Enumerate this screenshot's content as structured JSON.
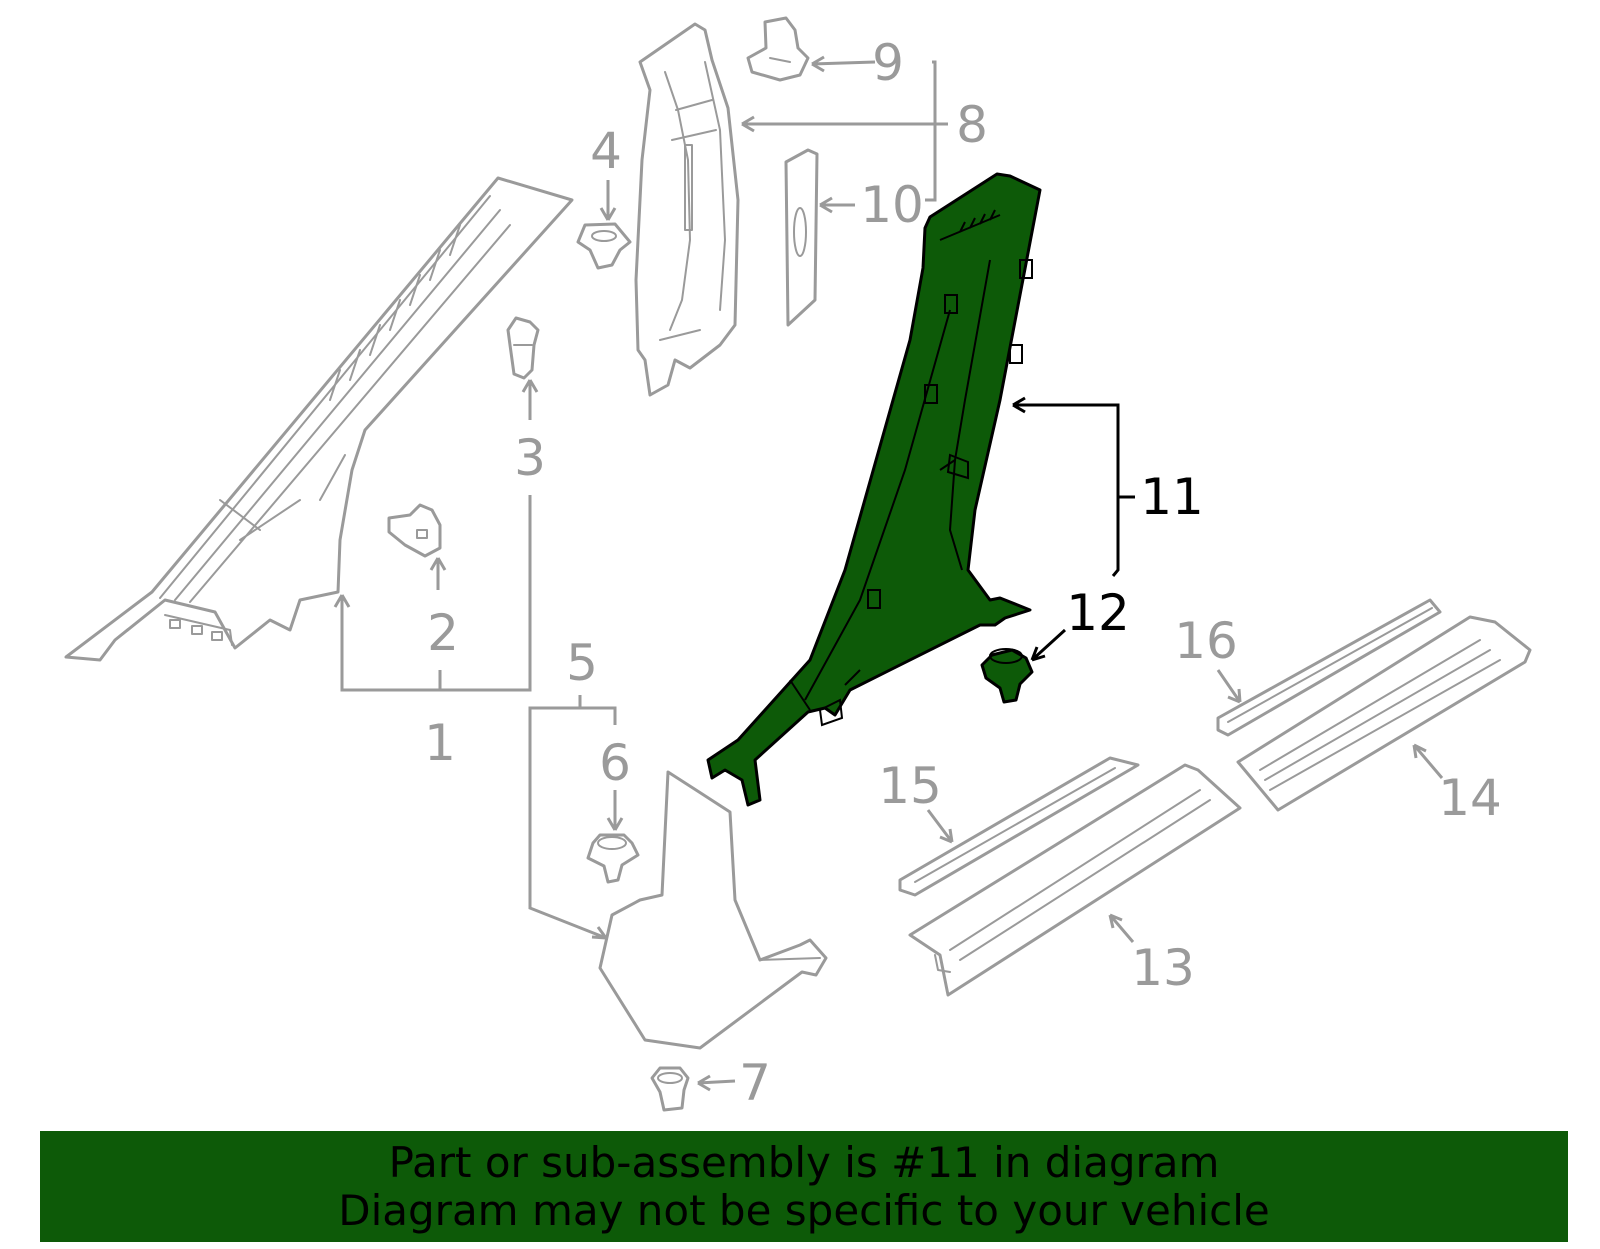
{
  "colors": {
    "highlight": "#0d5a08",
    "muted": "#9a9a9a",
    "banner_bg": "#0d5a08",
    "banner_text": "#000000"
  },
  "callouts": {
    "c1": "1",
    "c2": "2",
    "c3": "3",
    "c4": "4",
    "c5": "5",
    "c6": "6",
    "c7": "7",
    "c8": "8",
    "c9": "9",
    "c10": "10",
    "c11": "11",
    "c12": "12",
    "c13": "13",
    "c14": "14",
    "c15": "15",
    "c16": "16"
  },
  "highlighted_callout": "11",
  "banner": {
    "line1": "Part or sub-assembly is #11 in diagram",
    "line2": "Diagram may not be specific to your vehicle"
  }
}
